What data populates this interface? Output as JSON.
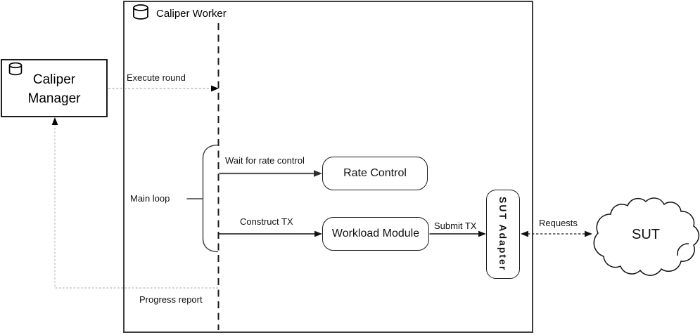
{
  "worker": {
    "title": "Caliper Worker"
  },
  "manager": {
    "title": "Caliper Manager"
  },
  "nodes": {
    "rate_control": "Rate Control",
    "workload_module": "Workload Module",
    "sut_adapter": "SUT Adapter",
    "sut": "SUT"
  },
  "labels": {
    "execute_round": "Execute round",
    "main_loop": "Main loop",
    "wait_for_rate_control": "Wait for rate control",
    "construct_tx": "Construct TX",
    "submit_tx": "Submit TX",
    "requests": "Requests",
    "progress_report": "Progress report"
  },
  "colors": {
    "stroke": "#111111",
    "worker_border": "#3f3f3f",
    "light_gray_line": "#bcbcbc",
    "gray_arrow": "#595959",
    "background": "#ffffff"
  }
}
